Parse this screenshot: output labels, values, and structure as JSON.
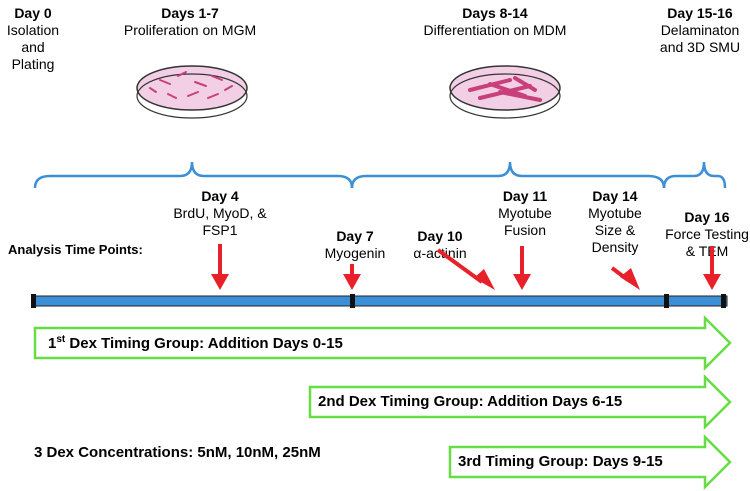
{
  "phases": [
    {
      "day": "Day 0",
      "desc": [
        "Isolation",
        "and",
        "Plating"
      ]
    },
    {
      "day": "Days 1-7",
      "desc": [
        "Proliferation on MGM"
      ]
    },
    {
      "day": "Days 8-14",
      "desc": [
        "Differentiation on MDM"
      ]
    },
    {
      "day": "Day 15-16",
      "desc": [
        "Delaminaton",
        "and 3D SMU"
      ]
    }
  ],
  "analysis_label": "Analysis Time Points:",
  "timepoints": [
    {
      "day": "Day 4",
      "desc": [
        "BrdU, MyoD, &",
        "FSP1"
      ]
    },
    {
      "day": "Day 7",
      "desc": [
        "Myogenin"
      ]
    },
    {
      "day": "Day 10",
      "desc": [
        "α-actinin"
      ]
    },
    {
      "day": "Day 11",
      "desc": [
        "Myotube",
        "Fusion"
      ]
    },
    {
      "day": "Day 14",
      "desc": [
        "Myotube",
        "Size &",
        "Density"
      ]
    },
    {
      "day": "Day 16",
      "desc": [
        "Force Testing",
        "& TEM"
      ]
    }
  ],
  "groups": [
    {
      "prefix": "1",
      "sup": "st",
      "text": " Dex Timing Group: Addition Days 0-15"
    },
    {
      "prefix": "2nd Dex Timing Group: Addition Days 6-15"
    },
    {
      "prefix": "3rd Timing Group: Days 9-15"
    }
  ],
  "concentrations": "3 Dex Concentrations: 5nM, 10nM, 25nM",
  "colors": {
    "bracket": "#3a8fd6",
    "timeline": "#3a8fd6",
    "arrow": "#e8202a",
    "group_arrow": "#66dd44",
    "dish": "#f3cfe6",
    "cells": "#c8407a"
  }
}
